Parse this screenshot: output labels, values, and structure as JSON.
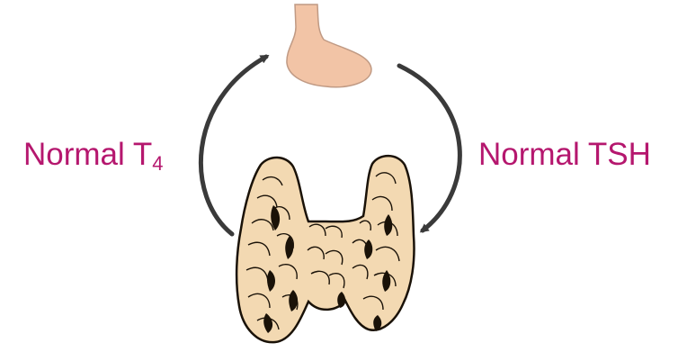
{
  "labels": {
    "left": {
      "main": "Normal T",
      "subscript": "4"
    },
    "right": "Normal TSH"
  },
  "colors": {
    "label": "#b5176e",
    "arrow": "#3a3a3a",
    "pituitary_fill": "#f2c4a6",
    "pituitary_stroke": "#c09a84",
    "thyroid_fill": "#f3d9b2",
    "thyroid_outline": "#1a1208"
  },
  "icons": {
    "pituitary": "pituitary-gland-icon",
    "thyroid": "thyroid-gland-icon"
  }
}
